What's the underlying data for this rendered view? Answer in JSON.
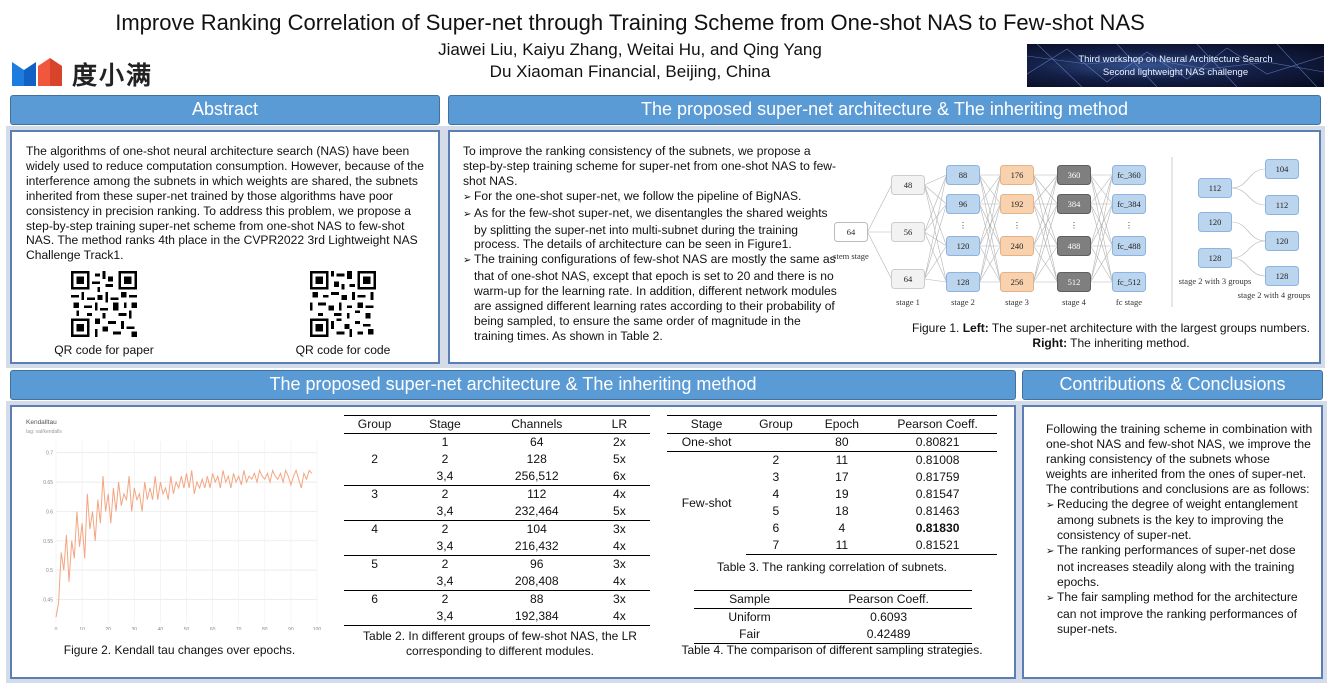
{
  "header": {
    "title": "Improve Ranking Correlation of Super-net through Training Scheme from One-shot NAS to Few-shot NAS",
    "authors": "Jiawei Liu, Kaiyu Zhang, Weitai Hu, and Qing Yang",
    "affiliation": "Du Xiaoman Financial, Beijing, China",
    "logo_text": "度小满",
    "banner": {
      "line1": "Third workshop on Neural Architecture Search",
      "line2": "Second lightweight NAS challenge"
    }
  },
  "colors": {
    "header_blue": "#5b9bd5",
    "stage_blue": "#bcd5ee",
    "stage_orange": "#f8d2ae",
    "stage_gray": "#7f7f7f",
    "curve_orange": "#f4a582"
  },
  "abstract": {
    "heading": "Abstract",
    "text": "The algorithms of one-shot neural architecture search (NAS) have been widely used to reduce computation consumption. However, because of the interference among the subnets in which weights are shared, the subnets inherited from these super-net trained by those algorithms have poor consistency in precision ranking. To address this problem, we propose a step-by-step training super-net scheme from one-shot NAS to few-shot NAS. The method ranks 4th place in the CVPR2022 3rd Lightweight NAS Challenge Track1.",
    "qr_paper_caption": "QR code for paper",
    "qr_code_caption": "QR code for code"
  },
  "proposed": {
    "heading": "The proposed super-net architecture & The inheriting method",
    "intro": "To improve the ranking consistency of the subnets, we propose a step-by-step training scheme for super-net from one-shot NAS to few-shot NAS.",
    "bullets": [
      "For the one-shot super-net, we follow the pipeline of BigNAS.",
      "As for the few-shot super-net, we disentangles the shared weights by splitting the super-net into multi-subnet during the training process.  The details of architecture can be seen in Figure1.",
      "The training configurations of few-shot NAS are mostly the same as that of one-shot NAS, except that epoch is set to 20 and there is no warm-up for the learning rate. In addition, different network modules are assigned different learning rates according to their probability of being sampled, to ensure the same order of magnitude in the training times. As shown in Table 2."
    ],
    "figure1": {
      "stem_node": "64",
      "stem_label": "stem stage",
      "stage1": [
        "48",
        "56",
        "64"
      ],
      "stage2": [
        "88",
        "96",
        "120",
        "128"
      ],
      "stage3": [
        "176",
        "192",
        "240",
        "256"
      ],
      "stage4": [
        "360",
        "384",
        "488",
        "512"
      ],
      "fc": [
        "fc_360",
        "fc_384",
        "fc_488",
        "fc_512"
      ],
      "ellipsis": "⋮",
      "stage_labels": [
        "stage 1",
        "stage 2",
        "stage 3",
        "stage 4",
        "fc stage"
      ],
      "right_mid": [
        "112",
        "120",
        "128"
      ],
      "right_out": [
        "104",
        "112",
        "120",
        "128"
      ],
      "right_label_3": "stage 2 with 3 groups",
      "right_label_4": "stage 2 with 4 groups",
      "caption_prefix": "Figure 1. ",
      "caption_left": "Left:",
      "caption_mid": " The super-net architecture with the largest groups numbers. ",
      "caption_right": "Right:",
      "caption_end": " The inheriting method."
    }
  },
  "results": {
    "heading": "The proposed super-net architecture & The inheriting method",
    "figure2_caption": "Figure 2. Kendall tau changes over epochs.",
    "table2": {
      "headers": [
        "Group",
        "Stage",
        "Channels",
        "LR"
      ],
      "rows": [
        [
          "",
          "1",
          "64",
          "2x"
        ],
        [
          "2",
          "2",
          "128",
          "5x"
        ],
        [
          "",
          "3,4",
          "256,512",
          "6x"
        ],
        [
          "3",
          "2",
          "112",
          "4x"
        ],
        [
          "",
          "3,4",
          "232,464",
          "5x"
        ],
        [
          "4",
          "2",
          "104",
          "3x"
        ],
        [
          "",
          "3,4",
          "216,432",
          "4x"
        ],
        [
          "5",
          "2",
          "96",
          "3x"
        ],
        [
          "",
          "3,4",
          "208,408",
          "4x"
        ],
        [
          "6",
          "2",
          "88",
          "3x"
        ],
        [
          "",
          "3,4",
          "192,384",
          "4x"
        ]
      ],
      "caption": "Table 2. In different groups of few-shot NAS, the LR corresponding to different modules."
    },
    "table3": {
      "headers": [
        "Stage",
        "Group",
        "Epoch",
        "Pearson Coeff."
      ],
      "one_shot": "One-shot",
      "one_shot_row": [
        "",
        "80",
        "0.80821"
      ],
      "few_shot": "Few-shot",
      "rows": [
        [
          "2",
          "11",
          "0.81008"
        ],
        [
          "3",
          "17",
          "0.81759"
        ],
        [
          "4",
          "19",
          "0.81547"
        ],
        [
          "5",
          "18",
          "0.81463"
        ],
        [
          "6",
          "4",
          "0.81830"
        ],
        [
          "7",
          "11",
          "0.81521"
        ]
      ],
      "caption": "Table 3. The ranking correlation of subnets."
    },
    "table4": {
      "headers": [
        "Sample",
        "Pearson Coeff."
      ],
      "rows": [
        [
          "Uniform",
          "0.6093"
        ],
        [
          "Fair",
          "0.42489"
        ]
      ],
      "caption": "Table 4. The comparison of different sampling strategies."
    }
  },
  "chart_data": {
    "type": "line",
    "title": "Kendalltau",
    "subtitle": "tag: val/kendalls",
    "xlabel": "",
    "ylabel": "",
    "xticks": [
      "0",
      "10",
      "20",
      "30",
      "40",
      "50",
      "60",
      "70",
      "80",
      "90",
      "100"
    ],
    "yticks": [
      "0.45",
      "0.5",
      "0.55",
      "0.6",
      "0.65",
      "0.7"
    ],
    "xlim": [
      0,
      100
    ],
    "ylim": [
      0.41,
      0.72
    ],
    "grid": true,
    "series": [
      {
        "x": [
          0,
          1,
          2,
          3,
          4,
          5,
          6,
          7,
          8,
          9,
          10,
          11,
          12,
          13,
          14,
          15,
          16,
          17,
          18,
          19,
          20,
          21,
          22,
          23,
          24,
          25,
          26,
          27,
          28,
          29,
          30,
          31,
          32,
          33,
          34,
          35,
          36,
          37,
          38,
          39,
          40,
          41,
          42,
          43,
          44,
          45,
          46,
          47,
          48,
          49,
          50,
          51,
          52,
          53,
          54,
          55,
          56,
          57,
          58,
          59,
          60,
          61,
          62,
          63,
          64,
          65,
          66,
          67,
          68,
          69,
          70,
          71,
          72,
          73,
          74,
          75,
          76,
          77,
          78,
          79,
          80,
          81,
          82,
          83,
          84,
          85,
          86,
          87,
          88,
          89,
          90,
          91,
          92,
          93,
          94,
          95,
          96,
          97,
          98
        ],
        "y": [
          0.42,
          0.445,
          0.53,
          0.5,
          0.56,
          0.48,
          0.55,
          0.52,
          0.6,
          0.54,
          0.58,
          0.52,
          0.63,
          0.57,
          0.6,
          0.55,
          0.62,
          0.58,
          0.66,
          0.6,
          0.63,
          0.58,
          0.64,
          0.6,
          0.65,
          0.61,
          0.63,
          0.62,
          0.66,
          0.6,
          0.64,
          0.62,
          0.63,
          0.6,
          0.65,
          0.62,
          0.64,
          0.62,
          0.66,
          0.62,
          0.65,
          0.63,
          0.64,
          0.62,
          0.66,
          0.63,
          0.65,
          0.64,
          0.66,
          0.64,
          0.665,
          0.64,
          0.67,
          0.63,
          0.65,
          0.64,
          0.655,
          0.64,
          0.66,
          0.64,
          0.665,
          0.65,
          0.66,
          0.64,
          0.67,
          0.65,
          0.66,
          0.64,
          0.665,
          0.65,
          0.66,
          0.645,
          0.67,
          0.65,
          0.66,
          0.655,
          0.665,
          0.65,
          0.67,
          0.66,
          0.655,
          0.665,
          0.65,
          0.67,
          0.66,
          0.655,
          0.665,
          0.65,
          0.67,
          0.66,
          0.645,
          0.66,
          0.67,
          0.655,
          0.64,
          0.665,
          0.655,
          0.67,
          0.665
        ]
      }
    ]
  },
  "contributions": {
    "heading": "Contributions & Conclusions",
    "intro": "Following the training scheme in combination with one-shot NAS and few-shot NAS, we improve the ranking consistency of the subnets whose weights are inherited from the ones of super-net. The contributions and conclusions are as follows:",
    "bullets": [
      "Reducing the degree of weight entanglement among subnets is the key to improving the consistency of super-net.",
      "The ranking performances of super-net dose not increases steadily along with the training epochs.",
      "The fair sampling method for the architecture can not improve the ranking performances of super-nets."
    ]
  }
}
